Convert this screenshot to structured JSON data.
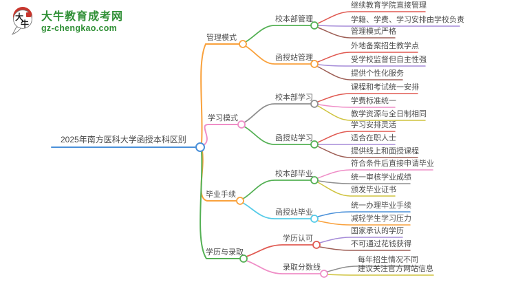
{
  "logo": {
    "title": "大牛教育成考网",
    "subtitle": "gz-chengkao.com",
    "icon_char1": "大",
    "icon_char2": "牛"
  },
  "palette": {
    "brand": "#2f8f35",
    "logoRed": "#c8352c",
    "ink": "#2b2b2b",
    "blue": "#4a90d9",
    "orange": "#f9a13c",
    "pink": "#ef8ec7",
    "green": "#54b054",
    "red": "#e05a52",
    "purple": "#a58bd8",
    "brown": "#9e5f56",
    "gray": "#8f8f8f",
    "yellow": "#cfc33e",
    "cyan": "#56cbe8"
  },
  "mindmap": {
    "root": "2025年南方医科大学函授本科区别",
    "branches": [
      {
        "label": "管理模式",
        "children": [
          {
            "label": "校本部管理",
            "leaves": [
              "继续教育学院直接管理",
              "学籍、学费、学习安排由学校负责",
              "管理模式严格"
            ]
          },
          {
            "label": "函授站管理",
            "leaves": [
              "外地备案招生教学点",
              "受学校监督但自主性强",
              "提供个性化服务"
            ]
          }
        ]
      },
      {
        "label": "学习模式",
        "children": [
          {
            "label": "校本部学习",
            "leaves": [
              "课程和考试统一安排",
              "学费标准统一",
              "教学资源与全日制相同"
            ]
          },
          {
            "label": "函授站学习",
            "leaves": [
              "学习安排灵活",
              "适合在职人士",
              "提供线上和面授课程"
            ]
          }
        ]
      },
      {
        "label": "毕业手续",
        "children": [
          {
            "label": "校本部毕业",
            "leaves": [
              "符合条件后直接申请毕业",
              "统一审核学业成绩",
              "颁发毕业证书"
            ]
          },
          {
            "label": "函授站毕业",
            "leaves": [
              "统一办理毕业手续",
              "减轻学生学习压力"
            ]
          }
        ]
      },
      {
        "label": "学历与录取",
        "children": [
          {
            "label": "学历认可",
            "leaves": [
              "国家承认的学历",
              "不可通过花钱获得"
            ]
          },
          {
            "label": "录取分数线",
            "leaves": [
              "每年招生情况不同",
              "建议关注官方网站信息"
            ]
          }
        ]
      }
    ]
  }
}
